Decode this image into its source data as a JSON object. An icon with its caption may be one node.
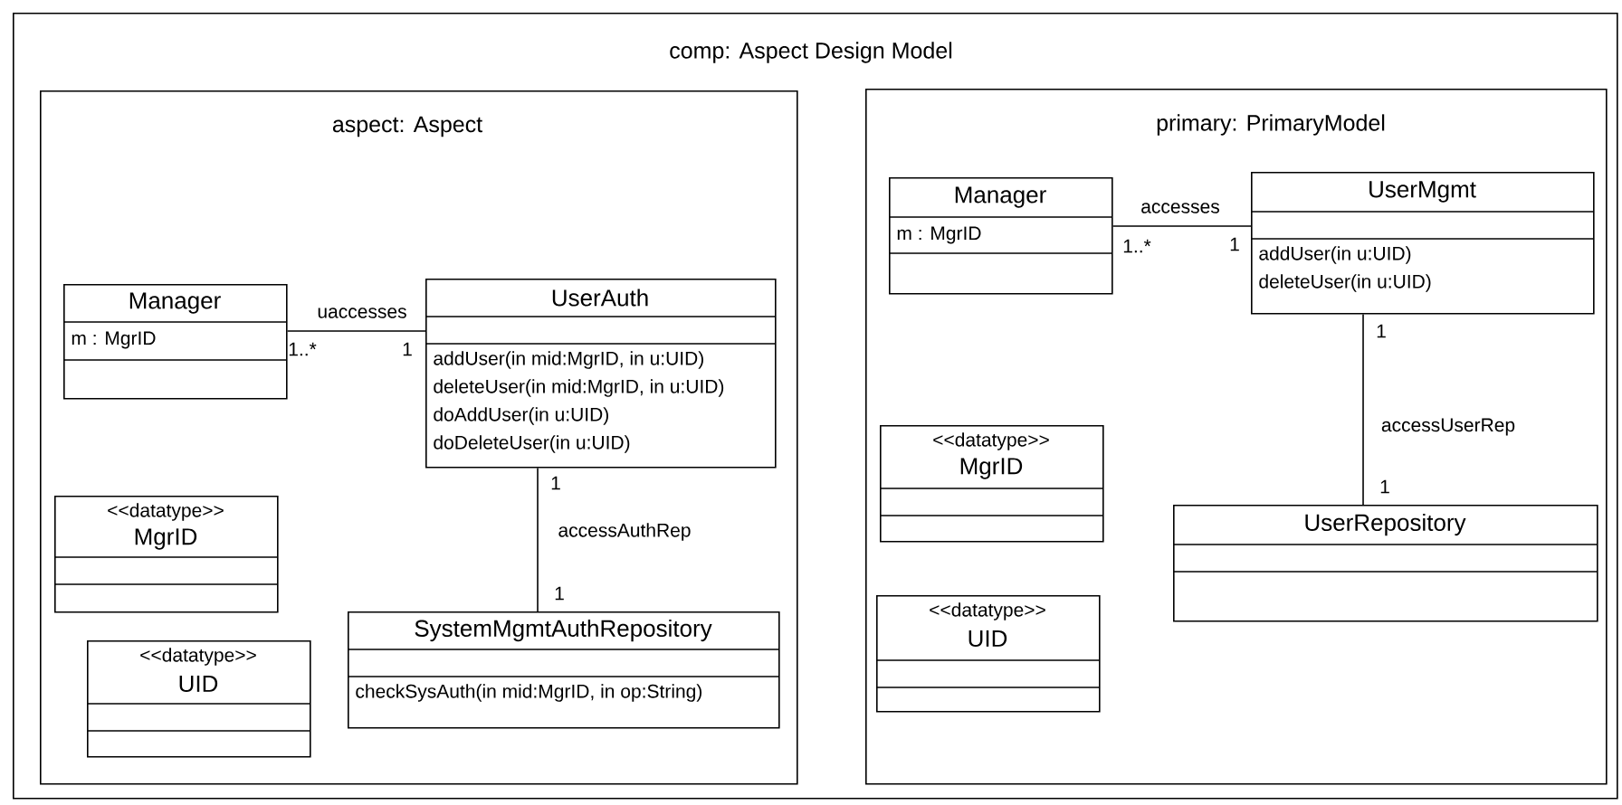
{
  "diagram": {
    "nodes": [
      {
        "text": [
          "comp: Aspect Design Model"
        ]
      },
      {
        "text": [
          "aspect: Aspect"
        ],
        "in": 0
      },
      {
        "text": [
          "Manager",
          "m : MgrID"
        ],
        "in": 1
      },
      {
        "text": [
          "UserAuth",
          "addUser(in mid:MgrID, in u:UID)",
          "deleteUser(in mid:MgrID, in u:UID)",
          "doAddUser(in u:UID)",
          "doDeleteUser(in u:UID)"
        ],
        "in": 1
      },
      {
        "text": [
          "<<datatype>>",
          "MgrID"
        ],
        "in": 1
      },
      {
        "text": [
          "<<datatype>>",
          "UID"
        ],
        "in": 1
      },
      {
        "text": [
          "SystemMgmtAuthRepository",
          "checkSysAuth(in mid:MgrID, in op:String)"
        ],
        "in": 1
      },
      {
        "text": [
          "primary: PrimaryModel"
        ],
        "in": 0
      },
      {
        "text": [
          "Manager",
          "m : MgrID"
        ],
        "in": 7
      },
      {
        "text": [
          "UserMgmt",
          "addUser(in u:UID)",
          "deleteUser(in u:UID)"
        ],
        "in": 7
      },
      {
        "text": [
          "<<datatype>>",
          "MgrID"
        ],
        "in": 7
      },
      {
        "text": [
          "<<datatype>>",
          "UID"
        ],
        "in": 7
      },
      {
        "text": [
          "UserRepository"
        ],
        "in": 7
      }
    ],
    "edges": [
      {
        "from": 2,
        "to": 3,
        "arrow": "none",
        "label": "uaccesses"
      },
      {
        "from": 3,
        "to": 6,
        "arrow": "none",
        "label": "accessAuthRep"
      },
      {
        "from": 8,
        "to": 9,
        "arrow": "none",
        "label": "accesses"
      },
      {
        "from": 9,
        "to": 12,
        "arrow": "none",
        "label": "accessUserRep"
      }
    ],
    "labels": [
      "1..*",
      "1",
      "1",
      "1",
      "1..*",
      "1",
      "1",
      "1"
    ]
  }
}
